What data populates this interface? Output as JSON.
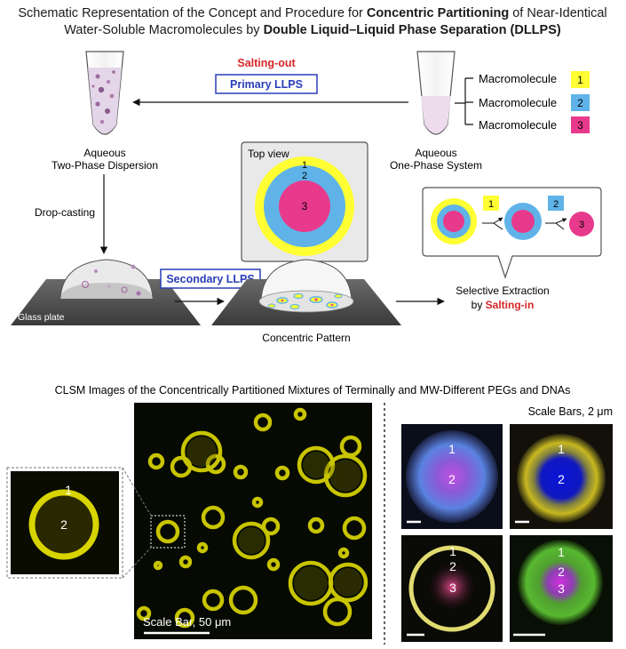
{
  "title": {
    "line1_prefix": "Schematic Representation of the Concept and Procedure for ",
    "line1_bold": "Concentric Partitioning",
    "line1_suffix": " of Near-Identical",
    "line2_prefix": "Water-Soluble Macromolecules by ",
    "line2_bold": "Double Liquid–Liquid Phase Separation (DLLPS)"
  },
  "top": {
    "salting_out": "Salting-out",
    "primary_llps": "Primary LLPS",
    "aqueous_two_phase": [
      "Aqueous",
      "Two-Phase Dispersion"
    ],
    "aqueous_one_phase": [
      "Aqueous",
      "One-Phase System"
    ],
    "macromolecules": [
      {
        "label": "Macromolecule",
        "num": "1",
        "color": "#ffff33"
      },
      {
        "label": "Macromolecule",
        "num": "2",
        "color": "#5fb3e8"
      },
      {
        "label": "Macromolecule",
        "num": "3",
        "color": "#e83a8c"
      }
    ],
    "top_view": "Top view",
    "top_view_nums": [
      "1",
      "2",
      "3"
    ],
    "drop_casting": "Drop-casting",
    "glass_plate": "Glass plate",
    "secondary_llps": "Secondary LLPS",
    "concentric_pattern": "Concentric Pattern",
    "extraction_nums": [
      "1",
      "2",
      "3"
    ],
    "selective_extraction": "Selective Extraction",
    "by_prefix": "by ",
    "salting_in": "Salting-in"
  },
  "bottom": {
    "heading": "CLSM Images of the Concentrically Partitioned Mixtures of Terminally and MW-Different PEGs and DNAs",
    "scale_bars": "Scale Bars, 2 μm",
    "scale_bar_50": "Scale Bar, 50 μm",
    "inset_nums": [
      "1",
      "2"
    ],
    "panel_a_nums": [
      "1",
      "2"
    ],
    "panel_b_nums": [
      "1",
      "2"
    ],
    "panel_c_nums": [
      "1",
      "2",
      "3"
    ],
    "panel_d_nums": [
      "1",
      "2",
      "3"
    ]
  },
  "colors": {
    "red": "#d62728",
    "blue_box": "#2a3db8",
    "yellow": "#ffff33",
    "cyan": "#5fb3e8",
    "magenta": "#e83a8c",
    "cell_yellow": "#d8d400"
  }
}
